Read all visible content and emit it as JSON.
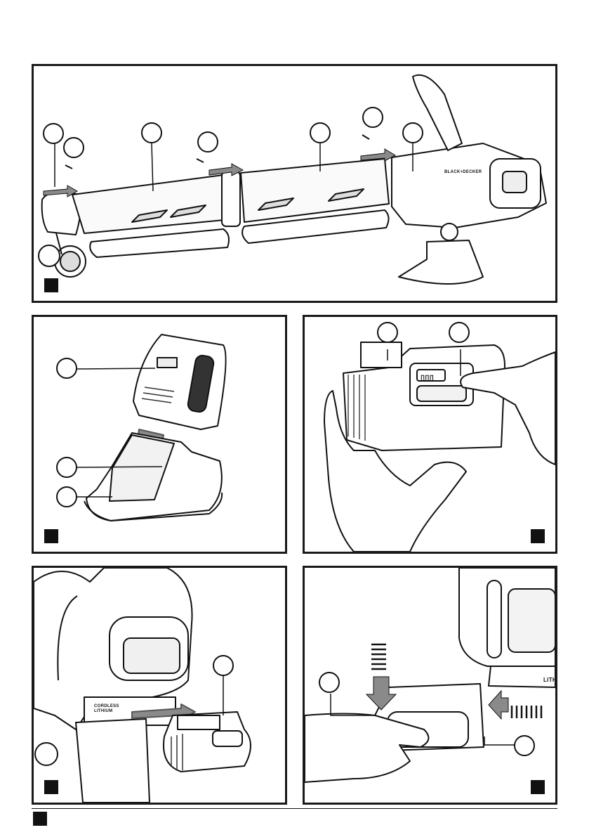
{
  "figure_a": {
    "brand_label": "BLACK+DECKER"
  },
  "figure_c": {
    "indicator_leds": "▯▯▯"
  },
  "figure_d": {
    "battery_label": "CORDLESS LITHIUM"
  },
  "figure_e": {
    "device_label": "LITHI"
  },
  "colors": {
    "ink": "#111111",
    "tube_fill": "#f5f5f5",
    "arrow_fill": "#8a8a8a",
    "shade": "#555555"
  },
  "icons": [
    "tube-icon",
    "nozzle-icon",
    "wheel-icon",
    "screw-icon",
    "arrow-icon",
    "battery-icon",
    "hand-icon",
    "charger-icon"
  ]
}
